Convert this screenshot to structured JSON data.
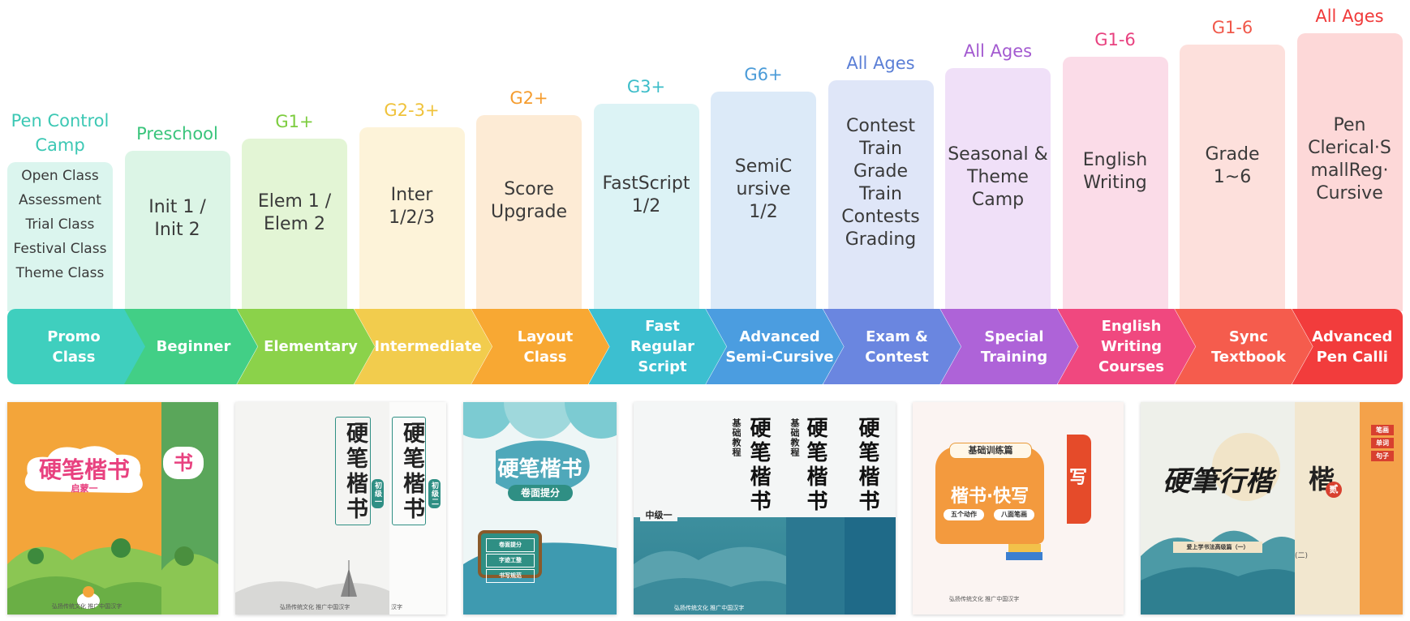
{
  "levels": [
    {
      "age": "Pen Control\nCamp",
      "age_color": "#3cc8b4",
      "card": "Open Class\nAssessment\nTrial Class\nFestival Class\nTheme Class",
      "card_bg": "#dbf5ee",
      "band": "Promo\nClass",
      "band_color": "#3fcfbe"
    },
    {
      "age": "Preschool",
      "age_color": "#39c47b",
      "card": "Init 1 /\nInit 2",
      "card_bg": "#dcf5e6",
      "band": "Beginner",
      "band_color": "#42cf86"
    },
    {
      "age": "G1+",
      "age_color": "#7ccc3e",
      "card": "Elem 1 /\nElem 2",
      "card_bg": "#e3f5d5",
      "band": "Elementary",
      "band_color": "#8bd24a"
    },
    {
      "age": "G2-3+",
      "age_color": "#efc23a",
      "card": "Inter\n1/2/3",
      "card_bg": "#fdf3d9",
      "band": "Intermediate",
      "band_color": "#f2cc4d"
    },
    {
      "age": "G2+",
      "age_color": "#f59c2e",
      "card": "Score\nUpgrade",
      "card_bg": "#fdebd5",
      "band": "Layout\nClass",
      "band_color": "#f8a833"
    },
    {
      "age": "G3+",
      "age_color": "#3cbdc9",
      "card": "FastScript\n1/2",
      "card_bg": "#dcf3f5",
      "band": "Fast\nRegular\nScript",
      "band_color": "#3cbfd0"
    },
    {
      "age": "G6+",
      "age_color": "#4a9bd8",
      "card": "SemiC\nursive\n1/2",
      "card_bg": "#dceaf8",
      "band": "Advanced\nSemi-Cursive",
      "band_color": "#4b9de0"
    },
    {
      "age": "All Ages",
      "age_color": "#5b7fd6",
      "card": "Contest\nTrain\nGrade\nTrain\nContests\nGrading",
      "card_bg": "#dfe6f8",
      "band": "Exam &\nContest",
      "band_color": "#6a86e0"
    },
    {
      "age": "All Ages",
      "age_color": "#a35ad0",
      "card": "Seasonal &\nTheme\nCamp",
      "card_bg": "#f0e0f8",
      "band": "Special\nTraining",
      "band_color": "#ae63d8"
    },
    {
      "age": "G1-6",
      "age_color": "#e8417f",
      "card": "English\nWriting",
      "card_bg": "#fbdce8",
      "band": "English\nWriting\nCourses",
      "band_color": "#f0487f"
    },
    {
      "age": "G1-6",
      "age_color": "#f0584a",
      "card": "Grade\n1~6",
      "card_bg": "#fde0dc",
      "band": "Sync\nTextbook",
      "band_color": "#f55c4d"
    },
    {
      "age": "All Ages",
      "age_color": "#f03a3a",
      "card": "Pen\nClerical·S\nmallReg·\nCursive",
      "card_bg": "#fdd8d8",
      "band": "Advanced\nPen Calli",
      "band_color": "#f23c3c"
    }
  ],
  "books": {
    "b1": {
      "title": "硬笔楷书",
      "sub": "启蒙一",
      "back": "书",
      "colors": {
        "bg": "#f3a53a",
        "back": "#5aa65a"
      },
      "footer": "弘扬传统文化 推广中国汉字"
    },
    "b2": {
      "title1": "硬笔楷书",
      "tag1": "初级一",
      "title2": "硬笔楷书",
      "tag2": "初级二",
      "footer": "弘扬传统文化 推广中国汉字",
      "footer2": "汉字"
    },
    "b3": {
      "title": "硬笔楷书",
      "sub": "卷面提分",
      "board": [
        "卷面提分",
        "字迹工整",
        "书写规范"
      ]
    },
    "b4": {
      "label": "中级一",
      "pre1": "基础教程",
      "pre2": "基础教程",
      "title": "硬笔楷书",
      "footer": "弘扬传统文化 推广中国汉字"
    },
    "b5": {
      "head": "基础训练篇",
      "title": "楷书·快写",
      "tag1": "五个动作",
      "tag2": "八面笔画",
      "back": "写",
      "footer": "弘扬传统文化 推广中国汉字"
    },
    "b6": {
      "title": "硬筆行楷",
      "sub": "爱上学书法高级篇（一）",
      "back": "楷",
      "back_num": "贰",
      "tags": [
        "笔画",
        "单词",
        "句子"
      ],
      "back_sub": "(二)"
    }
  }
}
